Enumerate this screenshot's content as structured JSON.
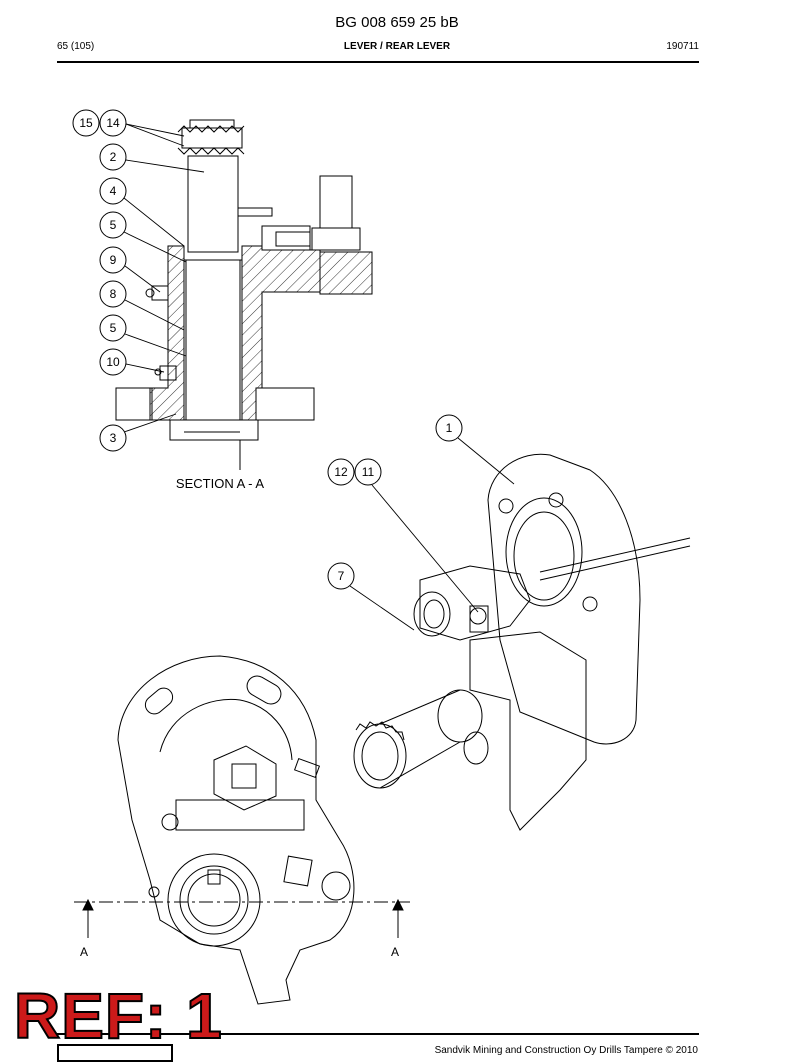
{
  "header": {
    "doc_id": "BG 008 659 25 bB",
    "page": "65 (105)",
    "title": "LEVER / REAR LEVER",
    "date_code": "190711"
  },
  "drawing": {
    "section_caption": "SECTION  A - A",
    "section_marker_label": "A",
    "callouts": [
      "15",
      "14",
      "2",
      "4",
      "5",
      "9",
      "8",
      "5",
      "10",
      "3",
      "1",
      "12",
      "11",
      "7"
    ]
  },
  "stamp": {
    "text": "REF: 1"
  },
  "footer": {
    "copyright": "Sandvik Mining and Construction Oy Drills Tampere © 2010"
  }
}
